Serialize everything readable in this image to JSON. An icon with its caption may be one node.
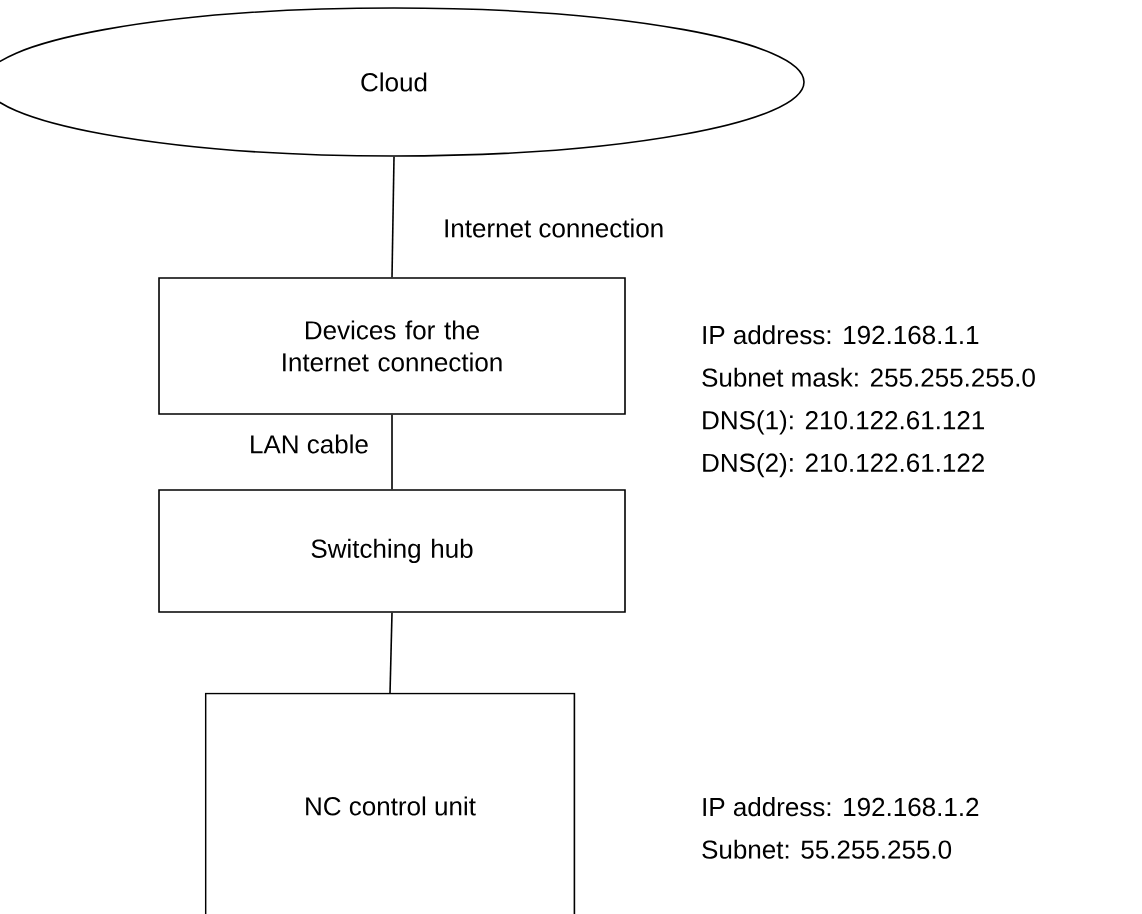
{
  "diagram": {
    "nodes": [
      {
        "text": [
          "Cloud"
        ]
      },
      {
        "text": [
          "Devices for the Internet connection"
        ],
        "beside": [
          "IP address: 192.168.1.1",
          "Subnet mask: 255.255.255.0",
          "DNS(1): 210.122.61.121",
          "DNS(2): 210.122.61.122"
        ]
      },
      {
        "text": [
          "Switching hub"
        ]
      },
      {
        "text": [
          "NC control unit"
        ],
        "beside": [
          "IP address: 192.168.1.2",
          "Subnet: 55.255.255.0"
        ]
      }
    ],
    "edges": [
      {
        "from": 0,
        "to": 1,
        "arrow": "none",
        "label": "Internet connection"
      },
      {
        "from": 1,
        "to": 2,
        "arrow": "none",
        "label": "LAN cable"
      },
      {
        "from": 2,
        "to": 3,
        "arrow": "none"
      }
    ]
  }
}
